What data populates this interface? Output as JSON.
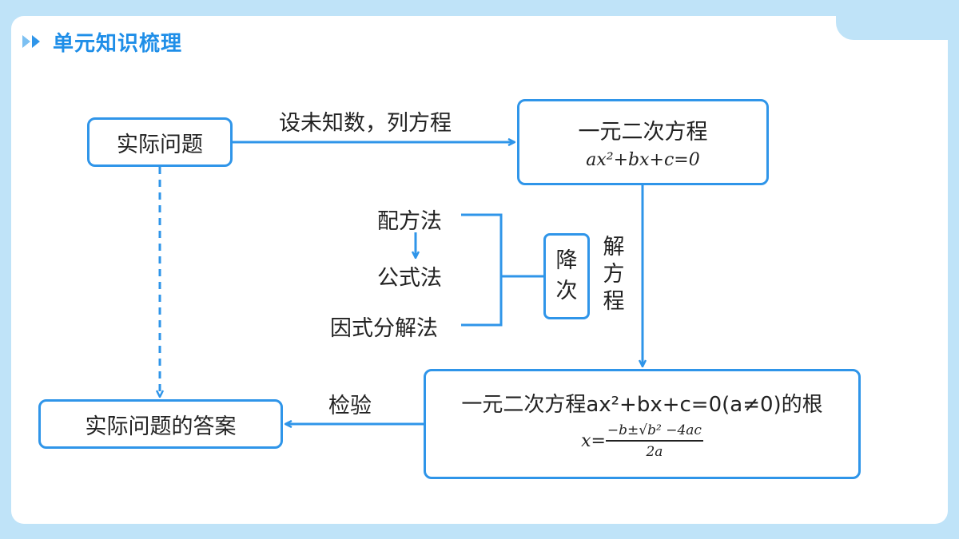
{
  "header": {
    "title": "单元知识梳理"
  },
  "nodes": {
    "practical_problem": "实际问题",
    "quadratic_equation": {
      "label": "一元二次方程",
      "formula": "ax²+bx+c=0"
    },
    "roots": {
      "label": "一元二次方程ax²+bx+c=0(a≠0)的根",
      "formula_lhs": "x=",
      "numerator": "−b±√b² −4ac",
      "denominator": "2a"
    },
    "answer": "实际问题的答案",
    "reduce_degree": "降次"
  },
  "edges": {
    "set_unknown": "设未知数，列方程",
    "solve_equation": "解方程",
    "verify": "检验"
  },
  "methods": [
    "配方法",
    "公式法",
    "因式分解法"
  ],
  "colors": {
    "accent": "#2f95e9",
    "title": "#1e8ee8",
    "background": "#bfe3f8"
  }
}
